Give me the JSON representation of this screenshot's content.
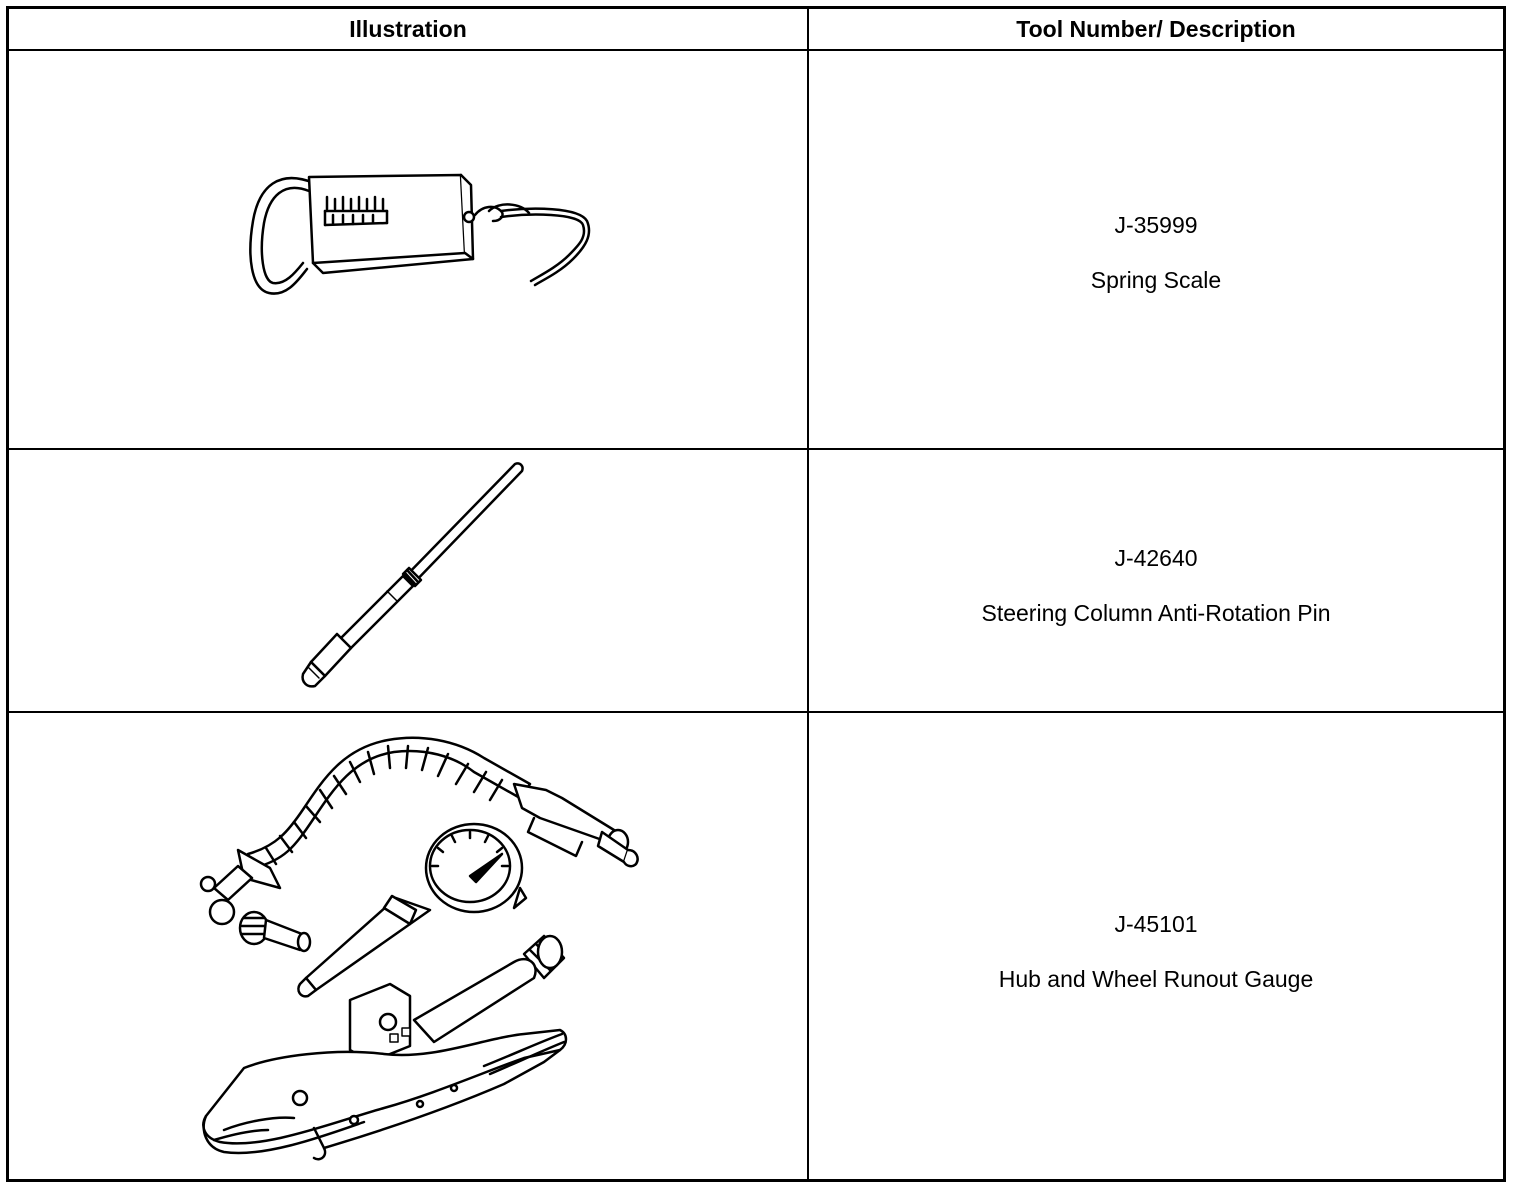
{
  "table": {
    "headers": {
      "illustration": "Illustration",
      "tool": "Tool Number/ Description"
    },
    "rows": [
      {
        "tool_number": "J-35999",
        "description": "Spring Scale",
        "icon": "spring-scale-icon"
      },
      {
        "tool_number": "J-42640",
        "description": "Steering Column Anti-Rotation Pin",
        "icon": "anti-rotation-pin-icon"
      },
      {
        "tool_number": "J-45101",
        "description": "Hub and Wheel Runout Gauge",
        "icon": "runout-gauge-icon"
      }
    ]
  }
}
